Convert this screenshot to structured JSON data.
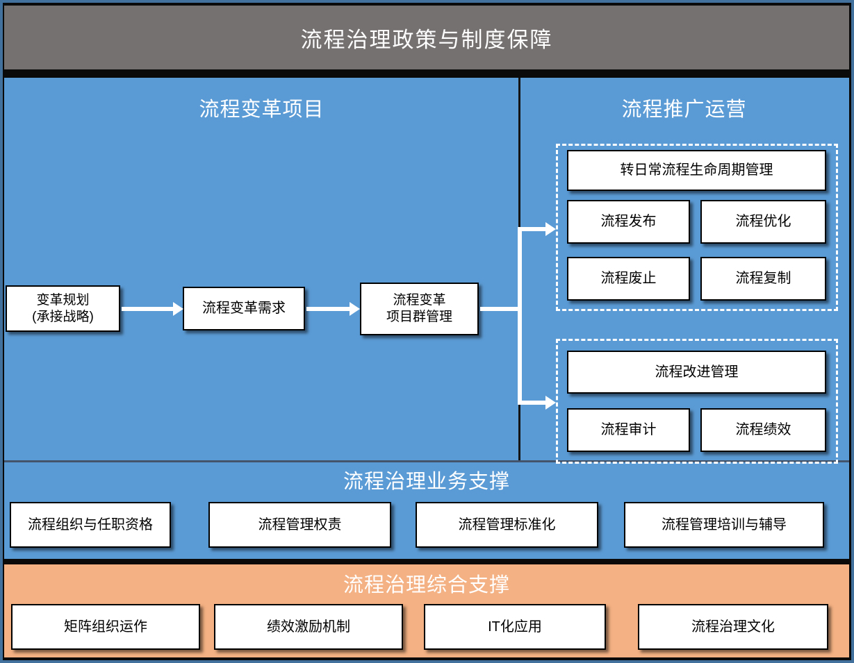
{
  "banner": {
    "title": "流程治理政策与制度保障"
  },
  "left_panel": {
    "title": "流程变革项目",
    "box1_line1": "变革规划",
    "box1_line2": "(承接战略)",
    "box2": "流程变革需求",
    "box3_line1": "流程变革",
    "box3_line2": "项目群管理"
  },
  "right_panel": {
    "title": "流程推广运营",
    "lifecycle_group": {
      "header": "转日常流程生命周期管理",
      "cells": [
        "流程发布",
        "流程优化",
        "流程废止",
        "流程复制"
      ]
    },
    "improvement_group": {
      "header": "流程改进管理",
      "cells": [
        "流程审计",
        "流程绩效"
      ]
    }
  },
  "business_support": {
    "title": "流程治理业务支撑",
    "items": [
      "流程组织与任职资格",
      "流程管理权责",
      "流程管理标准化",
      "流程管理培训与辅导"
    ]
  },
  "general_support": {
    "title": "流程治理综合支撑",
    "items": [
      "矩阵组织运作",
      "绩效激励机制",
      "IT化应用",
      "流程治理文化"
    ]
  },
  "colors": {
    "panel_blue": "#5b9bd5",
    "banner_gray": "#767171",
    "support_orange": "#f4b183",
    "frame_blue": "#41719c",
    "divider_dark": "#44546a",
    "box_white": "#ffffff",
    "text_dark": "#000000",
    "text_light": "#ffffff"
  }
}
